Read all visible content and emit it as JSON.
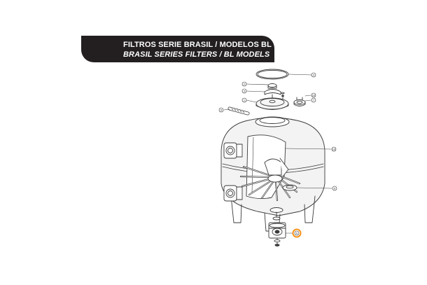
{
  "header": {
    "title_es": "FILTROS SERIE BRASIL / MODELOS BL",
    "title_en": "BRASIL SERIES FILTERS / BL MODELS"
  },
  "callouts": [
    {
      "id": "c1",
      "label": "3"
    },
    {
      "id": "c2",
      "label": "2"
    },
    {
      "id": "c3",
      "label": "3"
    },
    {
      "id": "c4",
      "label": "1"
    },
    {
      "id": "c5",
      "label": "10"
    },
    {
      "id": "c6",
      "label": "7"
    },
    {
      "id": "c7",
      "label": "5"
    },
    {
      "id": "c8",
      "label": "10"
    },
    {
      "id": "c9",
      "label": "9"
    },
    {
      "id": "c10",
      "label": "6",
      "highlighted": true
    }
  ],
  "colors": {
    "banner": "#231f20",
    "line": "#3a3a3a",
    "tank_fill": "#f3f3f3",
    "highlight": "#f7941d"
  }
}
